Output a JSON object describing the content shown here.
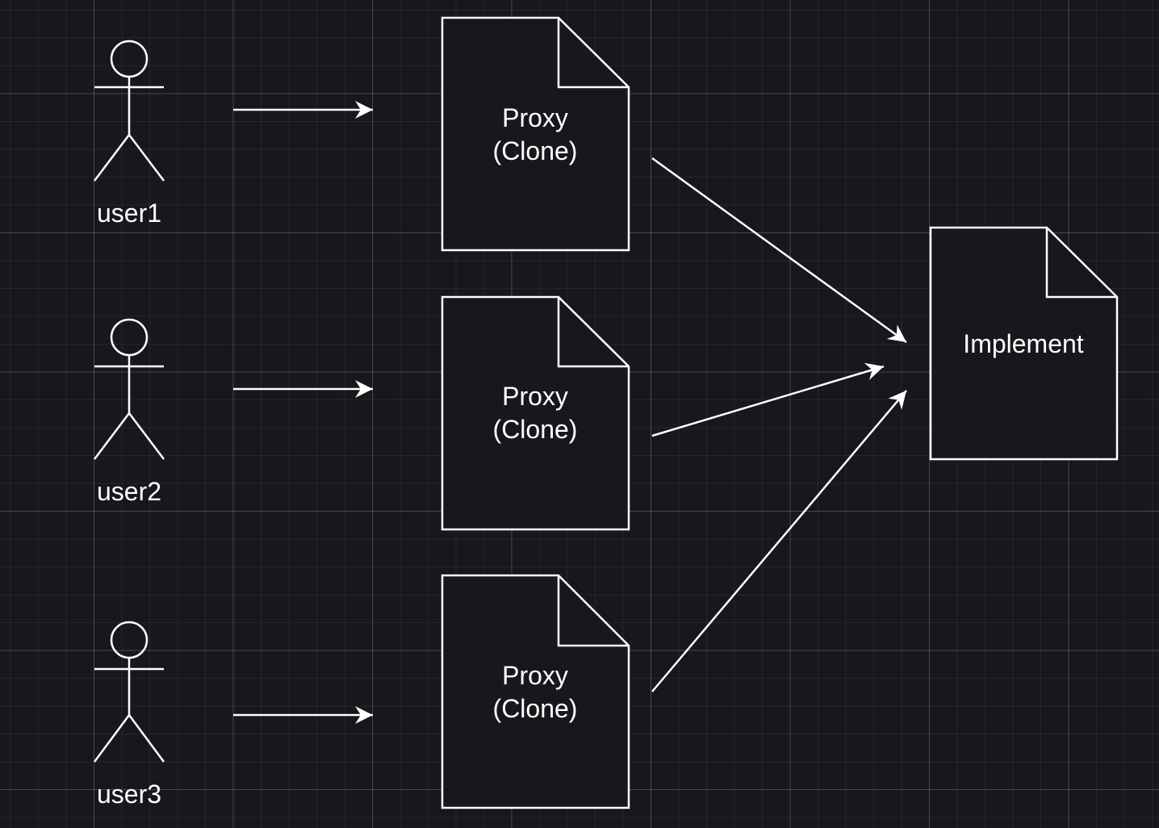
{
  "diagram": {
    "users": [
      {
        "label": "user1"
      },
      {
        "label": "user2"
      },
      {
        "label": "user3"
      }
    ],
    "proxies": [
      {
        "line1": "Proxy",
        "line2": "(Clone)"
      },
      {
        "line1": "Proxy",
        "line2": "(Clone)"
      },
      {
        "line1": "Proxy",
        "line2": "(Clone)"
      }
    ],
    "implementation": {
      "label": "Implement"
    },
    "colors": {
      "background": "#18171c",
      "stroke": "#ffffff"
    }
  }
}
